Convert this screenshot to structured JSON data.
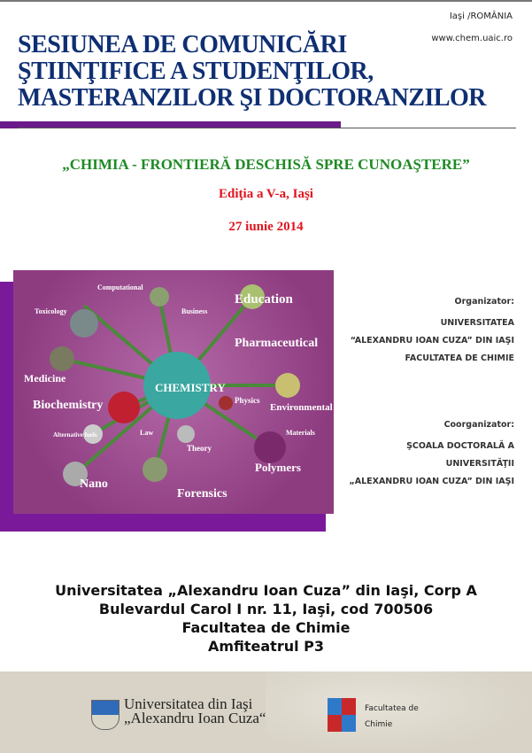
{
  "header": {
    "location": "Iaşi /ROMÂNIA",
    "website": "www.chem.uaic.ro",
    "title_lines": [
      "SESIUNEA DE COMUNICĂRI",
      "ŞTIINŢIFICE A STUDENŢILOR,",
      "MASTERANZILOR ŞI DOCTORANZILOR"
    ]
  },
  "event": {
    "theme": "„CHIMIA - FRONTIERĂ DESCHISĂ SPRE CUNOAŞTERE”",
    "edition": "Ediţia a V-a, Iaşi",
    "date": "27 iunie 2014"
  },
  "image": {
    "center": "CHEMISTRY",
    "labels": [
      "Computational",
      "Education",
      "Toxicology",
      "Business",
      "Pharmaceutical",
      "Medicine",
      "Physics",
      "Environmental",
      "Biochemistry",
      "Law",
      "Materials",
      "Alternative fuels",
      "Theory",
      "Polymers",
      "Nano",
      "Forensics"
    ]
  },
  "organizer": {
    "label": "Organizator:",
    "lines": [
      "UNIVERSITATEA",
      "“ALEXANDRU IOAN CUZA” DIN IAŞI",
      "FACULTATEA DE CHIMIE"
    ]
  },
  "coorganizer": {
    "label": "Coorganizator:",
    "lines": [
      "ŞCOALA DOCTORALĂ A",
      "UNIVERSITĂŢII",
      "„ALEXANDRU IOAN CUZA” DIN IAŞI"
    ]
  },
  "address": [
    "Universitatea „Alexandru Ioan Cuza” din Iaşi, Corp A",
    "Bulevardul Carol I nr. 11, Iaşi, cod 700506",
    "Facultatea de Chimie",
    "Amfiteatrul P3"
  ],
  "footer": {
    "university_lines": [
      "Universitatea din Iaşi",
      "„Alexandru Ioan Cuza“"
    ],
    "faculty_lines": [
      "Facultatea de",
      "Chimie"
    ]
  }
}
